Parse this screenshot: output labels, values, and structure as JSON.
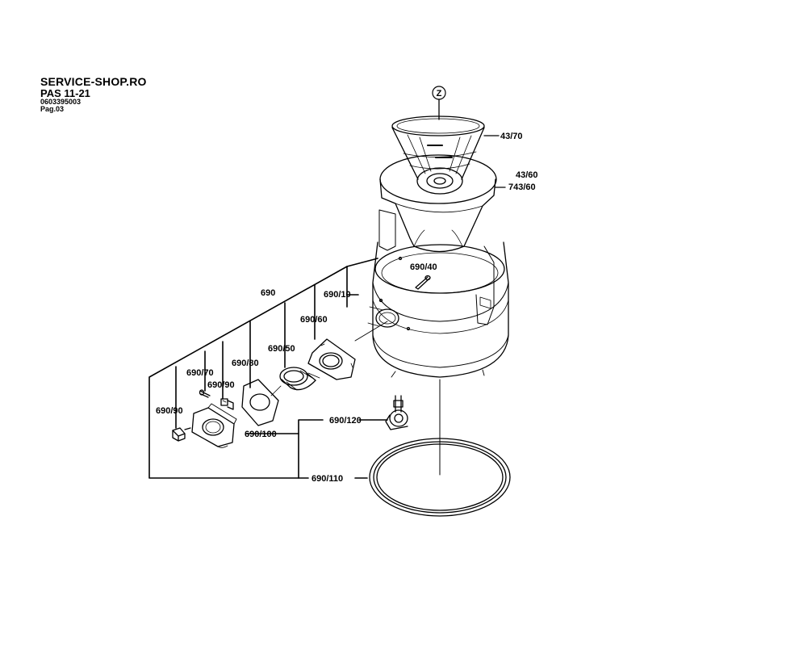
{
  "header": {
    "site": "SERVICE-SHOP.RO",
    "model": "PAS 11-21",
    "part_number": "0603395003",
    "page": "Pag.03"
  },
  "callout": "Z",
  "labels": {
    "p43_70": "43/70",
    "p43_60": "43/60",
    "p743_60": "743/60",
    "p690_40": "690/40",
    "p690": "690",
    "p690_10": "690/10",
    "p690_60": "690/60",
    "p690_50": "690/50",
    "p690_80": "690/80",
    "p690_70": "690/70",
    "p690_90a": "690/90",
    "p690_90b": "690/90",
    "p690_120": "690/120",
    "p690_100": "690/100",
    "p690_110": "690/110"
  }
}
